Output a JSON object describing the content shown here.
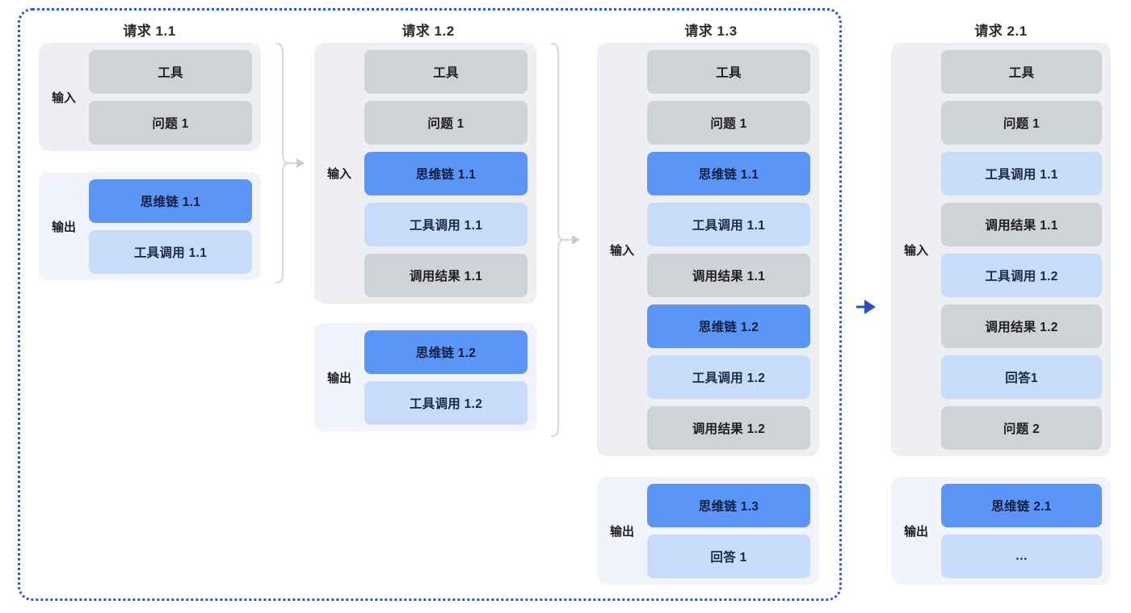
{
  "diagram": {
    "title_hidden": "",
    "colors": {
      "frame_border": "#3355CC",
      "arrow_blue": "#2B4FC8",
      "connector_gray": "#D4D6DA",
      "chip_gray": "#CFD2D6",
      "chip_blue_solid": "#5B95F7",
      "chip_blue_light": "#C7DBFA",
      "section_input_bg": "#EDEFF3",
      "section_output_bg": "#F2F4FB"
    },
    "labels": {
      "input": "输入",
      "output": "输出"
    },
    "columns": [
      {
        "title": "请求 1.1",
        "sections": [
          {
            "kind": "input",
            "label": "输入",
            "items": [
              {
                "text": "工具",
                "style": "gray"
              },
              {
                "text": "问题 1",
                "style": "gray"
              }
            ]
          },
          {
            "kind": "output",
            "label": "输出",
            "items": [
              {
                "text": "思维链 1.1",
                "style": "blue-solid"
              },
              {
                "text": "工具调用 1.1",
                "style": "blue-light"
              }
            ]
          }
        ]
      },
      {
        "title": "请求 1.2",
        "sections": [
          {
            "kind": "input",
            "label": "输入",
            "items": [
              {
                "text": "工具",
                "style": "gray"
              },
              {
                "text": "问题 1",
                "style": "gray"
              },
              {
                "text": "思维链 1.1",
                "style": "blue-solid"
              },
              {
                "text": "工具调用 1.1",
                "style": "blue-light"
              },
              {
                "text": "调用结果 1.1",
                "style": "gray"
              }
            ]
          },
          {
            "kind": "output",
            "label": "输出",
            "items": [
              {
                "text": "思维链 1.2",
                "style": "blue-solid"
              },
              {
                "text": "工具调用 1.2",
                "style": "blue-light"
              }
            ]
          }
        ]
      },
      {
        "title": "请求 1.3",
        "sections": [
          {
            "kind": "input",
            "label": "输入",
            "items": [
              {
                "text": "工具",
                "style": "gray"
              },
              {
                "text": "问题 1",
                "style": "gray"
              },
              {
                "text": "思维链 1.1",
                "style": "blue-solid"
              },
              {
                "text": "工具调用 1.1",
                "style": "blue-light"
              },
              {
                "text": "调用结果 1.1",
                "style": "gray"
              },
              {
                "text": "思维链 1.2",
                "style": "blue-solid"
              },
              {
                "text": "工具调用 1.2",
                "style": "blue-light"
              },
              {
                "text": "调用结果 1.2",
                "style": "gray"
              }
            ]
          },
          {
            "kind": "output",
            "label": "输出",
            "items": [
              {
                "text": "思维链 1.3",
                "style": "blue-solid"
              },
              {
                "text": "回答 1",
                "style": "blue-light"
              }
            ]
          }
        ]
      },
      {
        "title": "请求 2.1",
        "sections": [
          {
            "kind": "input",
            "label": "输入",
            "items": [
              {
                "text": "工具",
                "style": "gray"
              },
              {
                "text": "问题 1",
                "style": "gray"
              },
              {
                "text": "工具调用 1.1",
                "style": "blue-light"
              },
              {
                "text": "调用结果 1.1",
                "style": "gray"
              },
              {
                "text": "工具调用 1.2",
                "style": "blue-light"
              },
              {
                "text": "调用结果 1.2",
                "style": "gray"
              },
              {
                "text": "回答1",
                "style": "blue-light"
              },
              {
                "text": "问题 2",
                "style": "gray"
              }
            ]
          },
          {
            "kind": "output",
            "label": "输出",
            "items": [
              {
                "text": "思维链 2.1",
                "style": "blue-solid"
              },
              {
                "text": "…",
                "style": "blue-light"
              }
            ]
          }
        ]
      }
    ],
    "connectors": [
      {
        "name": "brace-col1-to-col2",
        "kind": "gray-brace"
      },
      {
        "name": "brace-col2-to-col3",
        "kind": "gray-brace"
      },
      {
        "name": "dotted-frame-arrow-to-col4",
        "kind": "blue-arrow"
      }
    ]
  }
}
